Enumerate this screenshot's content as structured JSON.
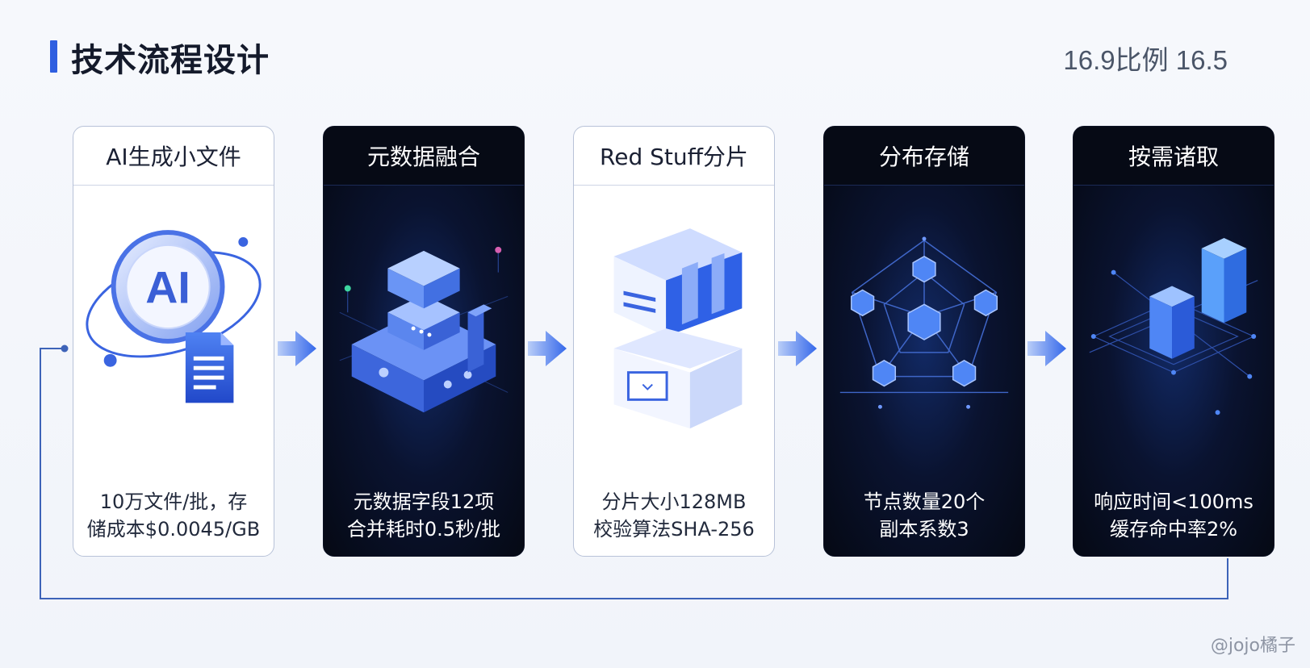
{
  "header": {
    "title": "技术流程设计",
    "ratio_label": "16.9比例  16.5"
  },
  "steps": [
    {
      "title": "AI生成小文件",
      "theme": "light",
      "icon": "ai-document-icon",
      "lines": [
        "10万文件/批，存",
        "储成本$0.0045/GB"
      ],
      "art_text": "AI"
    },
    {
      "title": "元数据融合",
      "theme": "dark",
      "icon": "server-stack-icon",
      "lines": [
        "元数据字段12项",
        "合并耗时0.5秒/批"
      ]
    },
    {
      "title": "Red Stuff分片",
      "theme": "light",
      "icon": "shard-blocks-icon",
      "lines": [
        "分片大小128MB",
        "校验算法SHA-256"
      ]
    },
    {
      "title": "分布存储",
      "theme": "dark",
      "icon": "node-network-icon",
      "lines": [
        "节点数量20个",
        "副本系数3"
      ]
    },
    {
      "title": "按需诸取",
      "theme": "dark",
      "icon": "bar-towers-icon",
      "lines": [
        "响应时间<100ms",
        "缓存命中率2%"
      ]
    }
  ],
  "flow": {
    "arrow_icon": "arrow-right-icon",
    "loop": "feedback-loop-line"
  },
  "colors": {
    "accent": "#2f5fe0",
    "arrow": "#3c74ec",
    "dark_card": "#060a15",
    "line": "#3d63b8"
  },
  "watermark": "@jojo橘子"
}
